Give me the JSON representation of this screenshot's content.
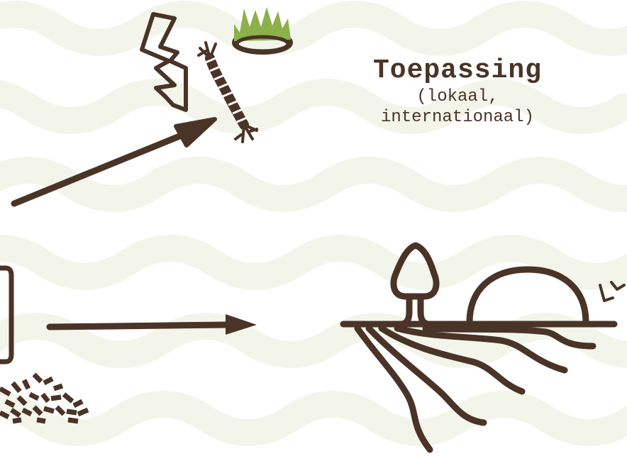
{
  "title": "Toepassing",
  "subtitle_line1": "(lokaal,",
  "subtitle_line2": "internationaal)",
  "colors": {
    "brown": "#4a3327",
    "green": "#8cb04a",
    "background_pattern": "#f4f6ec"
  },
  "icons": [
    "lightning-bolt-icon",
    "grass-ring-icon",
    "rope-root-icon",
    "wood-pellets-icon",
    "landscape-tree-sun-icon"
  ]
}
